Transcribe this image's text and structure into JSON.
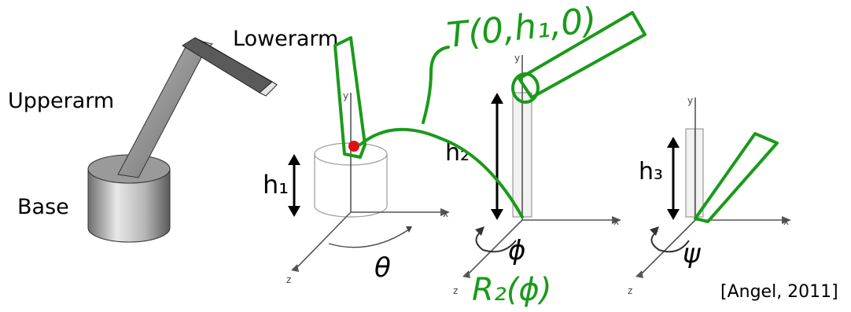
{
  "labels": {
    "upperarm": "Upperarm",
    "lowerarm": "Lowerarm",
    "base": "Base",
    "h1": "h₁",
    "h2": "h₂",
    "h3": "h₃",
    "theta": "θ",
    "phi": "ϕ",
    "psi": "ψ",
    "citation": "[Angel, 2011]"
  },
  "annotations": {
    "translation": "T(0,h₁,0)",
    "rotation": "R₂(ϕ)"
  },
  "axes": {
    "x": "x",
    "y": "y",
    "z": "z"
  },
  "colors": {
    "ink": "#000000",
    "annotation_green": "#1a9a1a",
    "highlight_red": "#e01010",
    "metal_dark": "#4a4a4a",
    "metal_light": "#d8d8d8"
  }
}
